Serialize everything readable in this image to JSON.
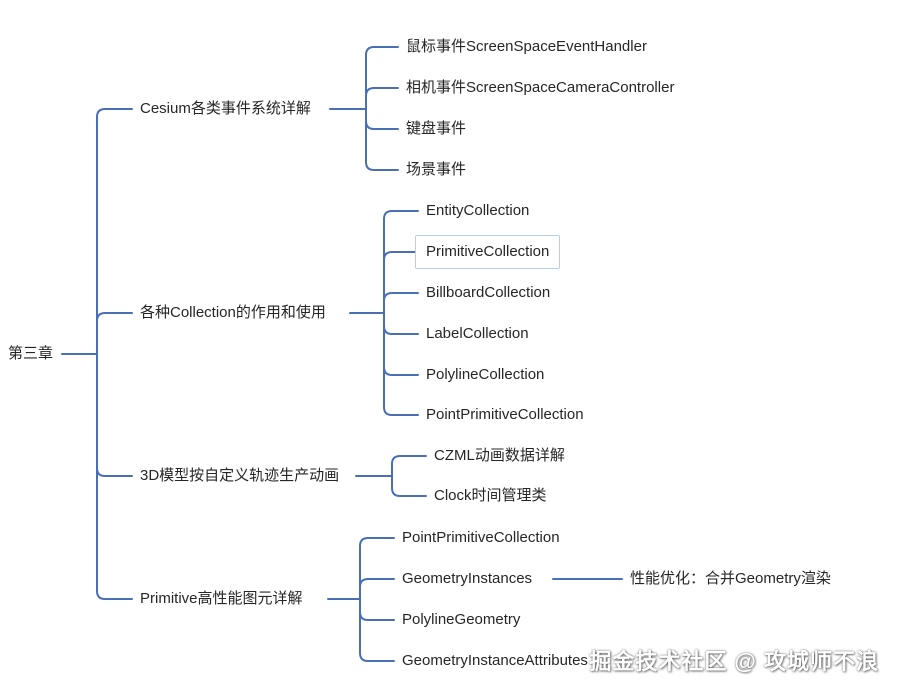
{
  "mindmap": {
    "root": "第三章",
    "branches": [
      {
        "label": "Cesium各类事件系统详解",
        "children": [
          "鼠标事件ScreenSpaceEventHandler",
          "相机事件ScreenSpaceCameraController",
          "键盘事件",
          "场景事件"
        ]
      },
      {
        "label": "各种Collection的作用和使用",
        "children": [
          "EntityCollection",
          "PrimitiveCollection",
          "BillboardCollection",
          "LabelCollection",
          "PolylineCollection",
          "PointPrimitiveCollection"
        ]
      },
      {
        "label": "3D模型按自定义轨迹生产动画",
        "children": [
          "CZML动画数据详解",
          "Clock时间管理类"
        ]
      },
      {
        "label": "Primitive高性能图元详解",
        "children": [
          "PointPrimitiveCollection",
          "GeometryInstances",
          "PolylineGeometry",
          "GeometryInstanceAttributes"
        ],
        "sub": "性能优化：合并Geometry渲染"
      }
    ],
    "selected": "PrimitiveCollection",
    "line_color": "#4a6fb5"
  },
  "watermark": "掘金技术社区 @ 攻城师不浪"
}
